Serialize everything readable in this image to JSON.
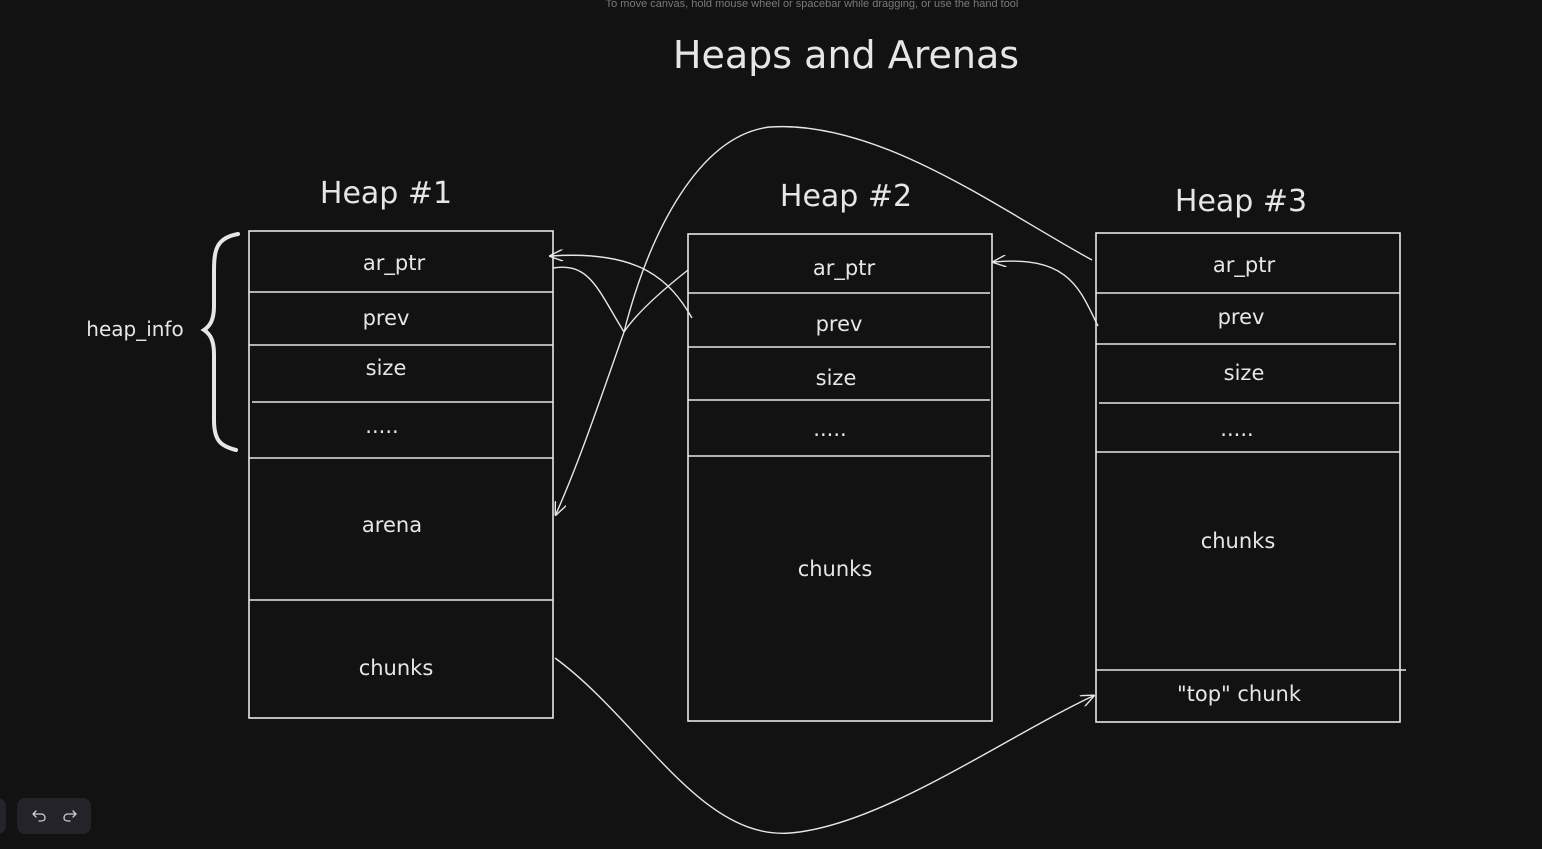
{
  "canvas": {
    "hint": "To move canvas, hold mouse wheel or spacebar while dragging, or use the hand tool",
    "title": "Heaps and Arenas",
    "brace_label": "heap_info"
  },
  "heaps": [
    {
      "title": "Heap #1",
      "cells": [
        "ar_ptr",
        "prev",
        "size",
        ".....",
        "arena",
        "chunks"
      ]
    },
    {
      "title": "Heap #2",
      "cells": [
        "ar_ptr",
        "prev",
        "size",
        ".....",
        "chunks"
      ]
    },
    {
      "title": "Heap #3",
      "cells": [
        "ar_ptr",
        "prev",
        "size",
        ".....",
        "chunks",
        "\"top\" chunk"
      ]
    }
  ],
  "toolbar": {
    "undo_icon": "undo-icon",
    "redo_icon": "redo-icon"
  },
  "colors": {
    "background": "#121212",
    "stroke": "#e6e6e6",
    "toolbar": "#232329"
  }
}
